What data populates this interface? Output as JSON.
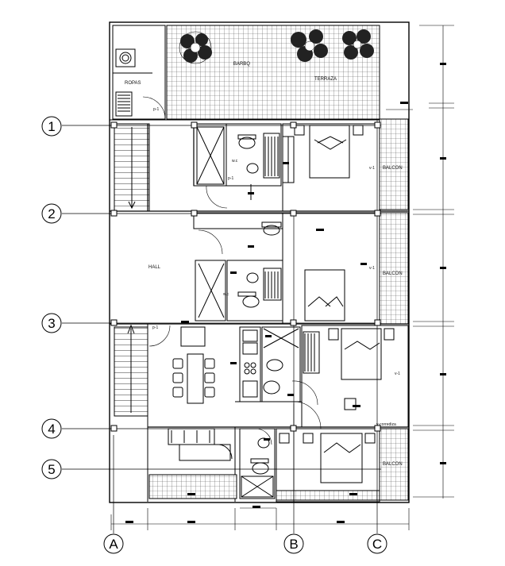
{
  "grid_axes": {
    "rows": [
      "1",
      "2",
      "3",
      "4",
      "5"
    ],
    "columns": [
      "A",
      "B",
      "C"
    ]
  },
  "room_labels": {
    "barbq": "BARBQ",
    "terraza": "TERRAZA",
    "ropas": "ROPAS",
    "hall": "HALL",
    "wc_upper": "w.c",
    "wc_lower": "w.c",
    "balcon_1": "BALCON",
    "balcon_2": "BALCON",
    "balcon_3": "BALCON",
    "p1_upper": "p-1",
    "p1_wc": "p-1",
    "p1_stair": "p-1",
    "v1_a": "v-1",
    "v1_b": "v-1",
    "v1_c": "v-1",
    "corrediza": "v-corrediza"
  },
  "colors": {
    "line": "#000000",
    "hatch": "#555555",
    "background": "#ffffff"
  }
}
